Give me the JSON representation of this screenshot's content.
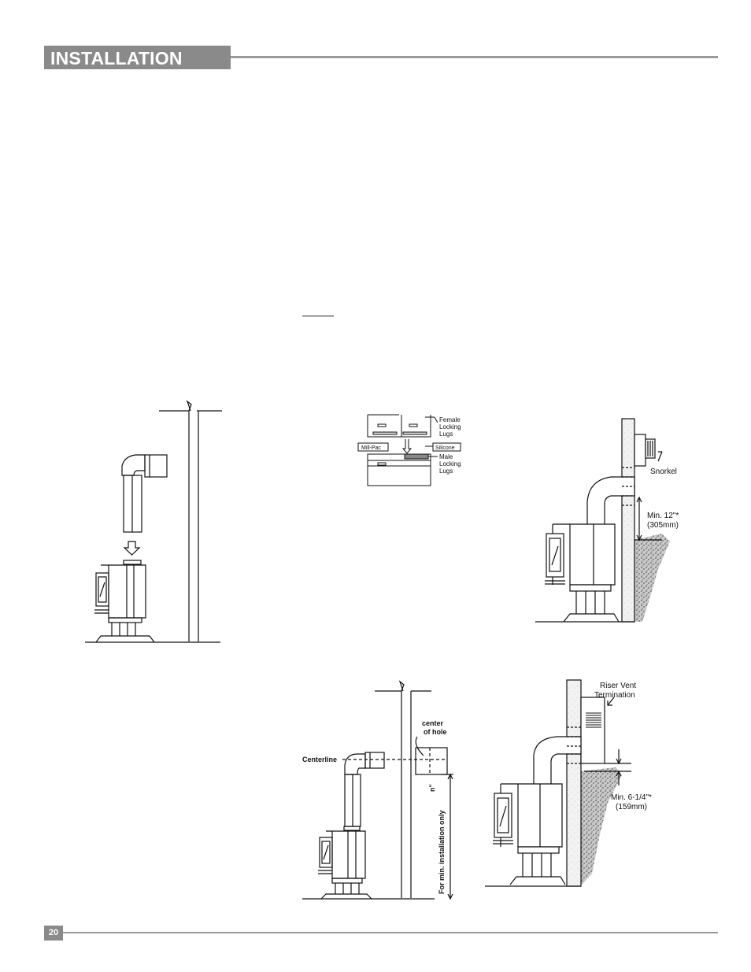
{
  "header": {
    "title": "INSTALLATION"
  },
  "footer": {
    "page_number": "20"
  },
  "figures": {
    "joint_detail": {
      "female_lugs": "Female\nLocking\nLugs",
      "mill_pac": "Mill-Pac",
      "silicone": "Silicone",
      "male_lugs": "Male\nLocking\nLugs"
    },
    "snorkel_install": {
      "snorkel_label": "Snorkel",
      "min_clearance": "Min. 12\"*",
      "min_clearance_metric": "(305mm)"
    },
    "centerline_install": {
      "centerline_label": "Centerline",
      "center_of_hole": "center\nof hole",
      "min_install_note": "For min. installation only",
      "dimension_mark": "n\""
    },
    "riser_install": {
      "riser_label": "Riser Vent\nTermination",
      "min_clearance": "Min. 6-1/4\"*",
      "min_clearance_metric": "(159mm)"
    }
  }
}
